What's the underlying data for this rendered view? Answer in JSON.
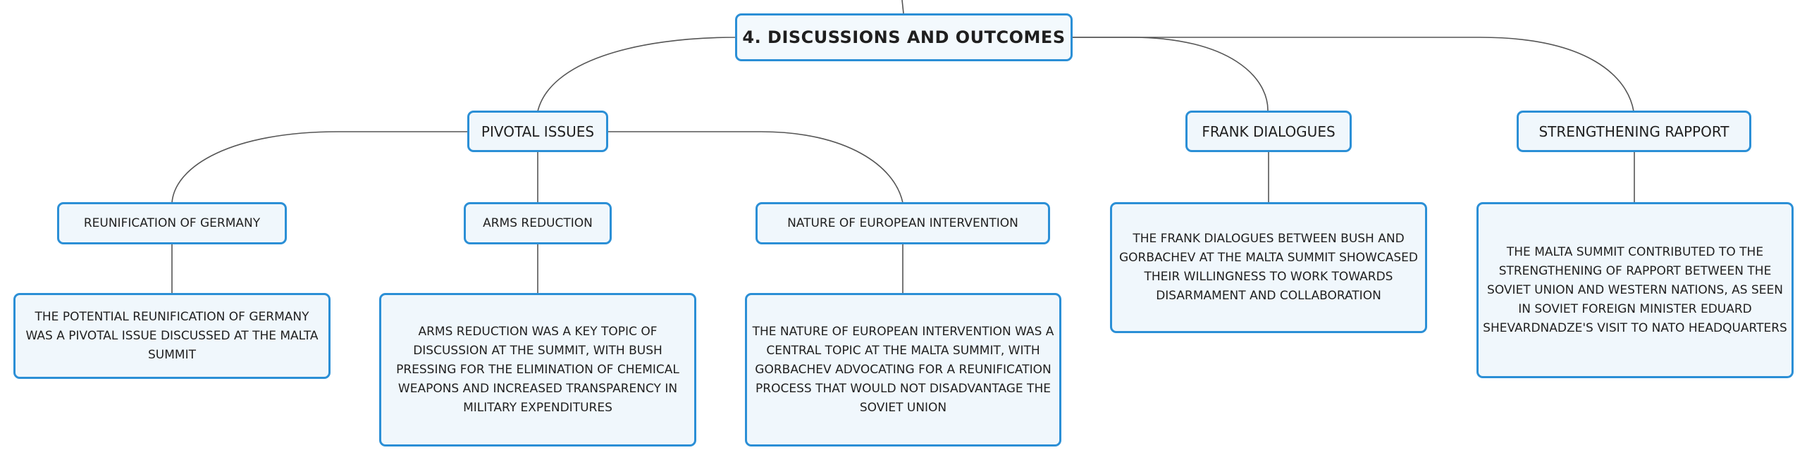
{
  "colors": {
    "border": "#2b8fd6",
    "fill": "#f0f7fc",
    "line": "#555555",
    "text": "#1f1f1f"
  },
  "root": {
    "label": "4. DISCUSSIONS AND OUTCOMES"
  },
  "branches": [
    {
      "label": "PIVOTAL ISSUES",
      "children": [
        {
          "label": "REUNIFICATION OF GERMANY",
          "description": "THE POTENTIAL REUNIFICATION OF GERMANY WAS A PIVOTAL ISSUE DISCUSSED AT THE MALTA SUMMIT"
        },
        {
          "label": "ARMS REDUCTION",
          "description": "ARMS REDUCTION WAS A KEY TOPIC OF DISCUSSION AT THE SUMMIT, WITH BUSH PRESSING FOR THE ELIMINATION OF CHEMICAL WEAPONS AND INCREASED TRANSPARENCY IN MILITARY EXPENDITURES"
        },
        {
          "label": "NATURE OF EUROPEAN INTERVENTION",
          "description": "THE NATURE OF EUROPEAN INTERVENTION WAS A CENTRAL TOPIC AT THE MALTA SUMMIT, WITH GORBACHEV ADVOCATING FOR A REUNIFICATION PROCESS THAT WOULD NOT DISADVANTAGE THE SOVIET UNION"
        }
      ]
    },
    {
      "label": "FRANK DIALOGUES",
      "description": "THE FRANK DIALOGUES BETWEEN BUSH AND GORBACHEV AT THE MALTA SUMMIT SHOWCASED THEIR WILLINGNESS TO WORK TOWARDS DISARMAMENT AND COLLABORATION"
    },
    {
      "label": "STRENGTHENING RAPPORT",
      "description": "THE MALTA SUMMIT CONTRIBUTED TO THE STRENGTHENING OF RAPPORT BETWEEN THE SOVIET UNION AND WESTERN NATIONS, AS SEEN IN SOVIET FOREIGN MINISTER EDUARD SHEVARDNADZE'S VISIT TO NATO HEADQUARTERS"
    }
  ]
}
